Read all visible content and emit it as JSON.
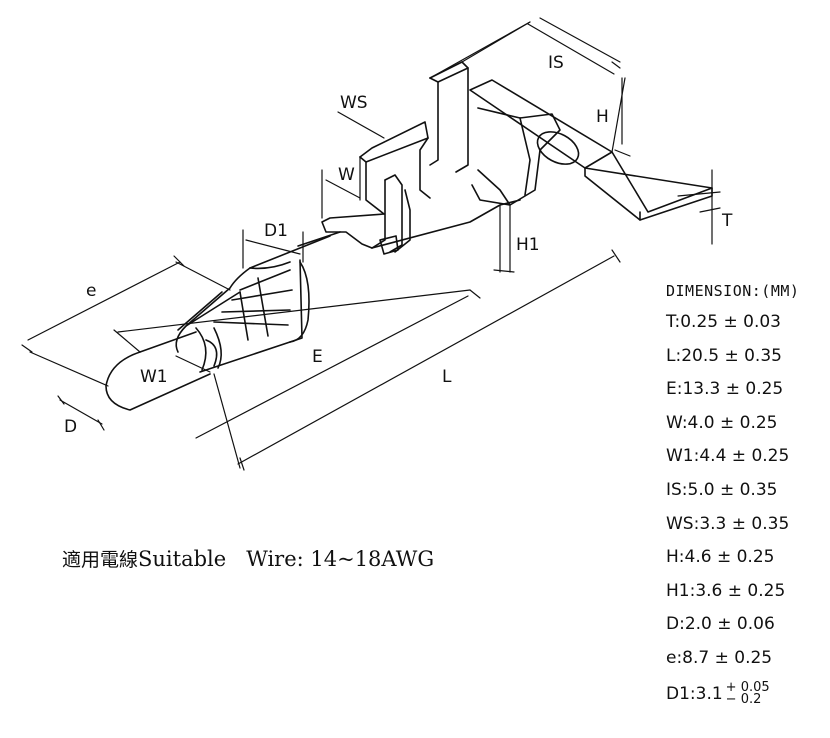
{
  "labels": {
    "IS": "IS",
    "H": "H",
    "WS": "WS",
    "W": "W",
    "T": "T",
    "D1": "D1",
    "H1": "H1",
    "e": "e",
    "E": "E",
    "L": "L",
    "W1": "W1",
    "D": "D"
  },
  "suitable": {
    "zh": "適用電線",
    "en": "Suitable",
    "wire": "Wire: 14~18AWG"
  },
  "dimensions": {
    "title": "DIMENSION:(MM)",
    "rows": [
      {
        "key": "T",
        "text": "T:0.25 ± 0.03"
      },
      {
        "key": "L",
        "text": "L:20.5 ± 0.35"
      },
      {
        "key": "E",
        "text": "E:13.3 ± 0.25"
      },
      {
        "key": "W",
        "text": "W:4.0 ± 0.25"
      },
      {
        "key": "W1",
        "text": "W1:4.4 ± 0.25"
      },
      {
        "key": "IS",
        "text": "IS:5.0 ± 0.35"
      },
      {
        "key": "WS",
        "text": "WS:3.3 ± 0.35"
      },
      {
        "key": "H",
        "text": "H:4.6 ± 0.25"
      },
      {
        "key": "H1",
        "text": "H1:3.6 ± 0.25"
      },
      {
        "key": "D",
        "text": "D:2.0 ± 0.06"
      },
      {
        "key": "e",
        "text": "e:8.7 ± 0.25"
      }
    ],
    "last": {
      "prefix": "D1:3.1",
      "upper": "+ 0.05",
      "lower": "− 0.2"
    }
  }
}
